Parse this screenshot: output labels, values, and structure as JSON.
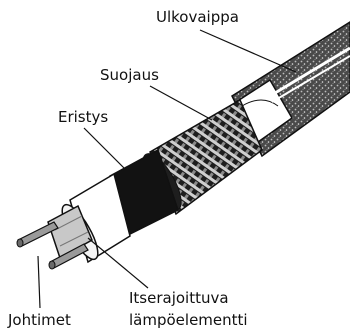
{
  "labels": {
    "outer_sheath": "Ulkovaippa",
    "shield": "Suojaus",
    "insulation": "Eristys",
    "element_line1": "Itserajoittuva",
    "element_line2": "lämpöelementti",
    "conductors": "Johtimet"
  },
  "colors": {
    "ink": "#111111",
    "outer_sheath_fill": "#5a5a5a",
    "shield_fill": "#2a2a2a",
    "insulation_fill": "#ffffff",
    "element_fill": "#c8c8c8",
    "wire_fill": "#8a8a8a"
  }
}
